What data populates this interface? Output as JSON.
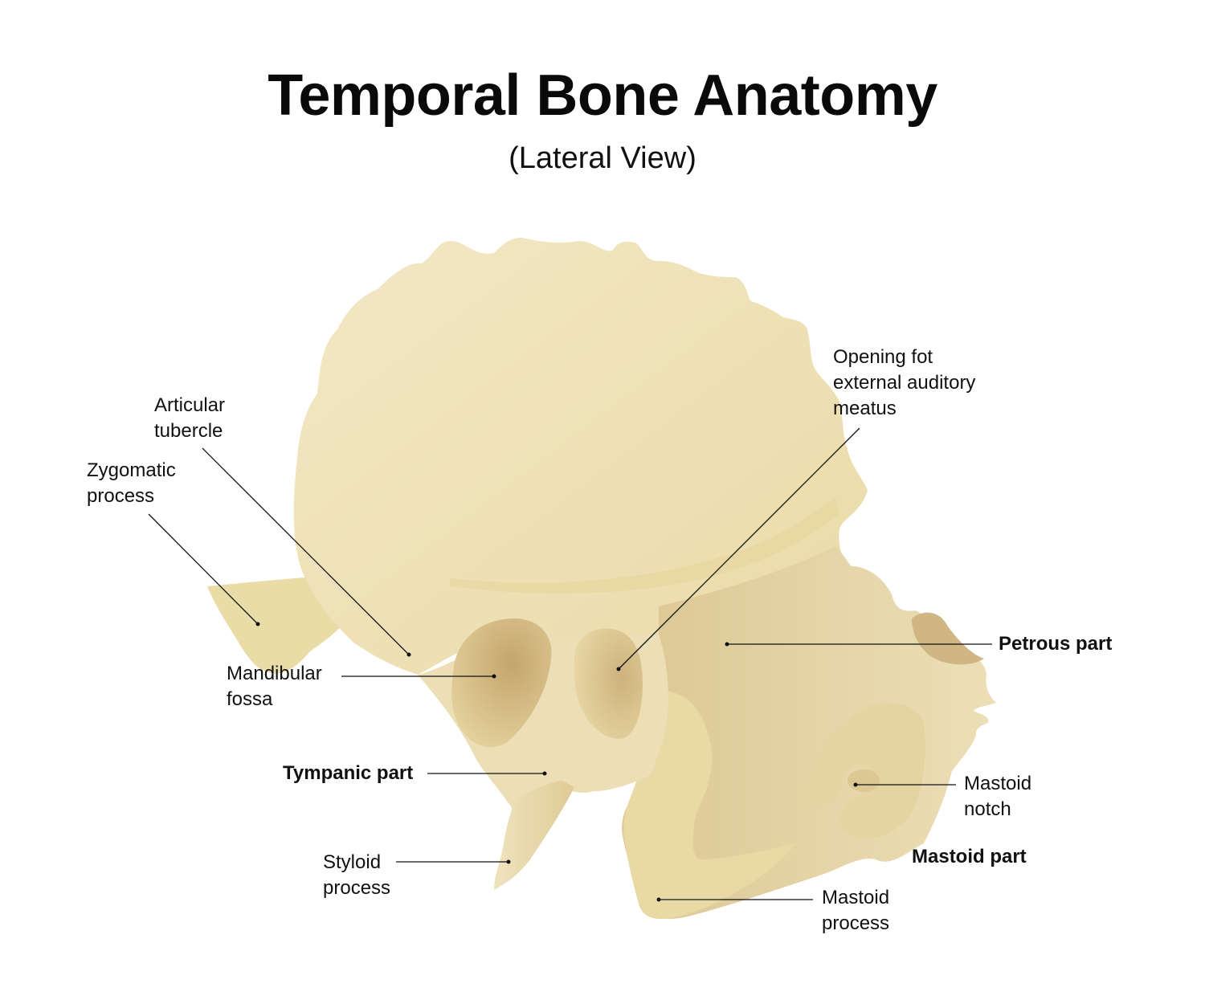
{
  "header": {
    "title": "Temporal Bone Anatomy",
    "subtitle": "(Lateral View)"
  },
  "colors": {
    "bone_light": "#f3e7c4",
    "bone_mid": "#eadca7",
    "bone_shade": "#dfcc96",
    "bone_dark": "#c9ab72",
    "leader_line": "#111111",
    "background": "#ffffff"
  },
  "labels": {
    "articular_tubercle": "Articular\ntubercle",
    "zygomatic_process": "Zygomatic\nprocess",
    "mandibular_fossa": "Mandibular\nfossa",
    "tympanic_part": "Tympanic part",
    "styloid_process": "Styloid\nprocess",
    "opening_external_auditory_meatus": "Opening fot\nexternal auditory\nmeatus",
    "petrous_part": "Petrous part",
    "mastoid_notch": "Mastoid\nnotch",
    "mastoid_part": "Mastoid part",
    "mastoid_process": "Mastoid\nprocess"
  }
}
